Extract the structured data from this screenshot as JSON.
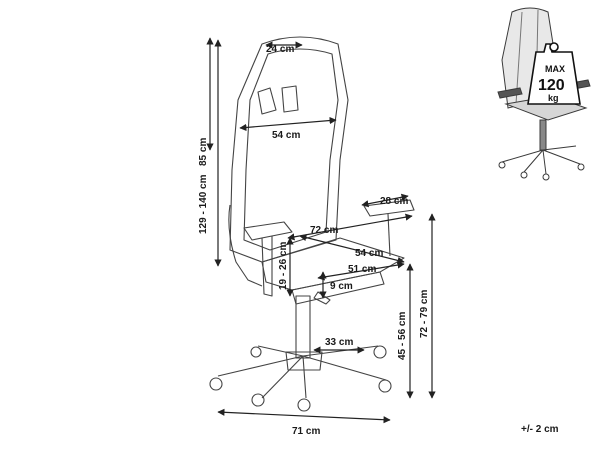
{
  "dimensions": {
    "total_height": "129 - 140 cm",
    "backrest_height": "85 cm",
    "headrest_width": "24 cm",
    "backrest_width": "54 cm",
    "armrest_length": "28 cm",
    "overall_depth": "72 cm",
    "seat_depth": "54 cm",
    "seat_width": "51 cm",
    "armrest_height": "19 - 26 cm",
    "seat_thickness": "9 cm",
    "gas_lift": "33 cm",
    "seat_height": "45 - 56 cm",
    "armrest_floor_height": "72 - 79 cm",
    "base_width": "71 cm"
  },
  "max_load": {
    "label": "MAX",
    "value": "120",
    "unit": "kg"
  },
  "tolerance": "+/- 2 cm",
  "colors": {
    "line": "#222222",
    "chair_stroke": "#444444",
    "thumbnail_fill": "#3a3a3a"
  }
}
